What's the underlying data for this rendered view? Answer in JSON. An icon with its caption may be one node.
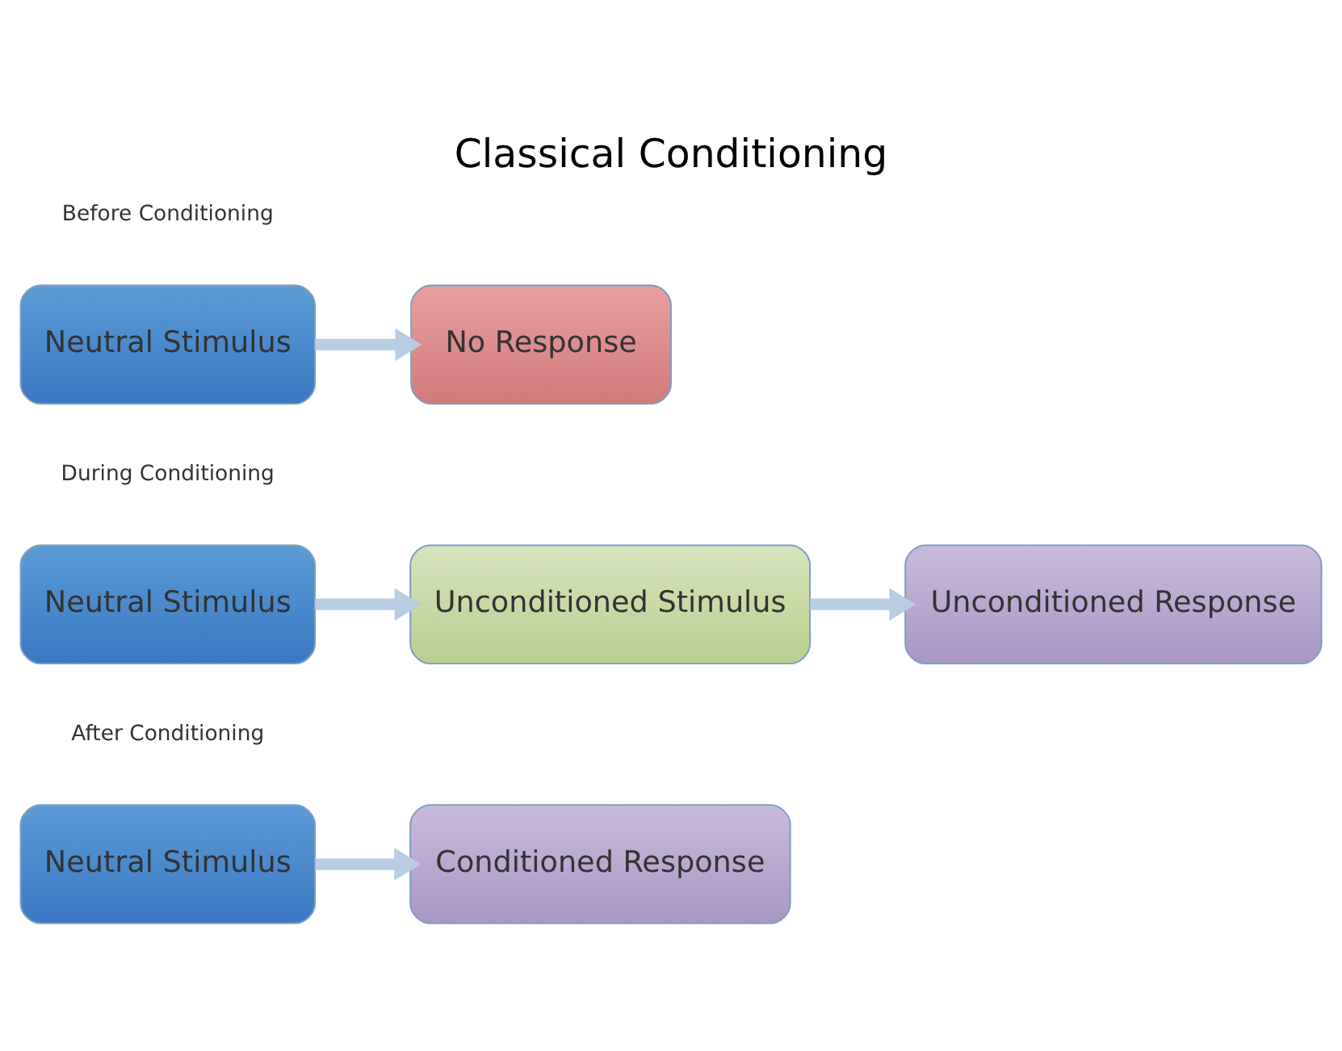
{
  "diagram": {
    "title": "Classical Conditioning",
    "nodes": [
      {
        "text": [
          "Neutral Stimulus"
        ]
      },
      {
        "text": [
          "No Response"
        ]
      },
      {
        "text": [
          "Neutral Stimulus"
        ]
      },
      {
        "text": [
          "Unconditioned Stimulus"
        ]
      },
      {
        "text": [
          "Unconditioned Response"
        ]
      },
      {
        "text": [
          "Neutral Stimulus"
        ]
      },
      {
        "text": [
          "Conditioned Response"
        ]
      }
    ],
    "edges": [
      {
        "from": 0,
        "to": 1,
        "arrow": "to"
      },
      {
        "from": 2,
        "to": 3,
        "arrow": "to"
      },
      {
        "from": 3,
        "to": 4,
        "arrow": "to"
      },
      {
        "from": 5,
        "to": 6,
        "arrow": "to"
      }
    ],
    "labels": [
      "Before Conditioning",
      "During Conditioning",
      "After Conditioning"
    ]
  }
}
